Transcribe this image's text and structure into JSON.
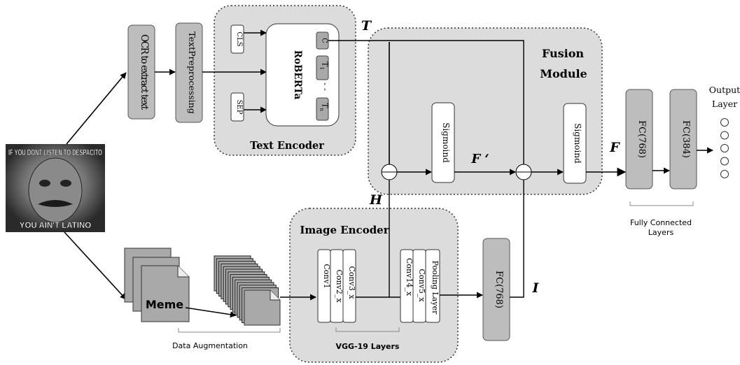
{
  "ocr_label": "OCR to extract text",
  "preprocessing_label": "TextPreprocessing",
  "text_encoder": {
    "title": "Text Encoder",
    "cls": "CLS",
    "sep": "SEP",
    "roberta": "RoBERTa",
    "token_c": "C",
    "token_t1": "T",
    "token_t1_sub": "1",
    "dots": "- -",
    "token_tn": "T",
    "token_tn_sub": "n"
  },
  "fusion": {
    "title_line1": "Fusion",
    "title_line2": "Module",
    "sigmoid_1": "Sigmoind",
    "sigmoid_2": "Sigmoind"
  },
  "symbols": {
    "T": "T",
    "H": "H",
    "F_prime": "F ‘",
    "F": "F",
    "I": "I"
  },
  "image_encoder": {
    "title": "Image Encoder",
    "layers": [
      "Conv1",
      "Conv2_x",
      "Conv3_x",
      "Conv14_x",
      "Conv5_x",
      "Pooling Layer"
    ],
    "caption": "VGG-19 Layers"
  },
  "meme": {
    "caption_top": "IF YOU DONT LISTEN TO DESPACITO",
    "caption_bottom": "YOU AIN'T LATINO",
    "stack_label": "Meme",
    "augmentation_label": "Data Augmentation"
  },
  "fc_image": "FC(768)",
  "fc_1": "FC(768)",
  "fc_2": "FC(384)",
  "fc_caption_line1": "Fully Connected",
  "fc_caption_line2": "Layers",
  "output_label_line1": "Output",
  "output_label_line2": "Layer",
  "output_nodes": 5
}
